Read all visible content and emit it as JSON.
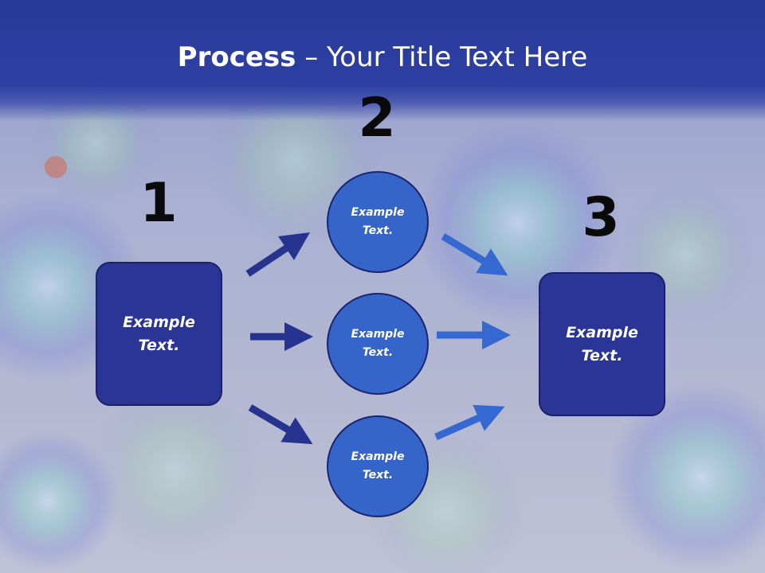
{
  "title": {
    "bold": "Process",
    "dash": " – ",
    "rest": "Your Title Text Here"
  },
  "steps": {
    "one": "1",
    "two": "2",
    "three": "3"
  },
  "left_box": {
    "text": "Example Text."
  },
  "circles": [
    {
      "text": "Example Text."
    },
    {
      "text": "Example Text."
    },
    {
      "text": "Example Text."
    }
  ],
  "right_box": {
    "text": "Example Text."
  },
  "colors": {
    "title_band": "#2d3fa2",
    "box_fill": "#2a3596",
    "circle_fill": "#3565c9",
    "left_arrows": "#26338f",
    "right_arrows": "#3568d0"
  },
  "icons": {
    "arrow": "arrow-icon"
  }
}
